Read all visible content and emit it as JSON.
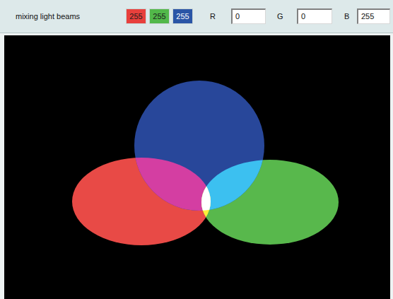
{
  "diagram": {
    "title": "mixing light beams",
    "nodes": [
      {
        "text": [
          "255"
        ]
      },
      {
        "text": [
          "255"
        ]
      },
      {
        "text": [
          "255"
        ]
      },
      {
        "text": [
          "0"
        ]
      },
      {
        "text": [
          "0"
        ]
      },
      {
        "text": [
          "255"
        ]
      }
    ],
    "labels": [
      "R",
      "G",
      "B"
    ]
  }
}
